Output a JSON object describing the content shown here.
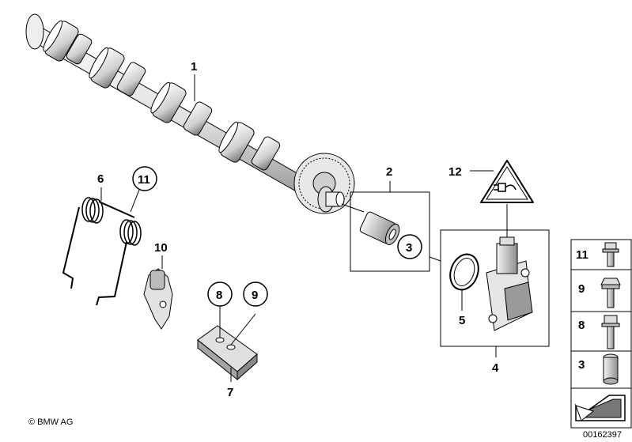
{
  "copyright": "© BMW AG",
  "image_number": "00162397",
  "callouts": {
    "camshaft": "1",
    "sensor_box": "2",
    "bush_circle": "3",
    "sensor_assembly": "4",
    "o_ring": "5",
    "spring": "6",
    "bracket": "7",
    "bolt_circle_8": "8",
    "bolt_circle_9": "9",
    "rocker": "10",
    "bolt_circle_11": "11",
    "warning_label": "12"
  },
  "legend": [
    {
      "label": "11",
      "icon": "bolt-with-washer-icon"
    },
    {
      "label": "9",
      "icon": "hex-flange-bolt-icon"
    },
    {
      "label": "8",
      "icon": "long-flange-bolt-icon"
    },
    {
      "label": "3",
      "icon": "socket-bush-icon"
    }
  ],
  "colors": {
    "line": "#000000",
    "fill_light": "#f2f2f2",
    "fill_mid": "#d9d9d9",
    "fill_dark": "#9a9a9a",
    "background": "#ffffff"
  }
}
